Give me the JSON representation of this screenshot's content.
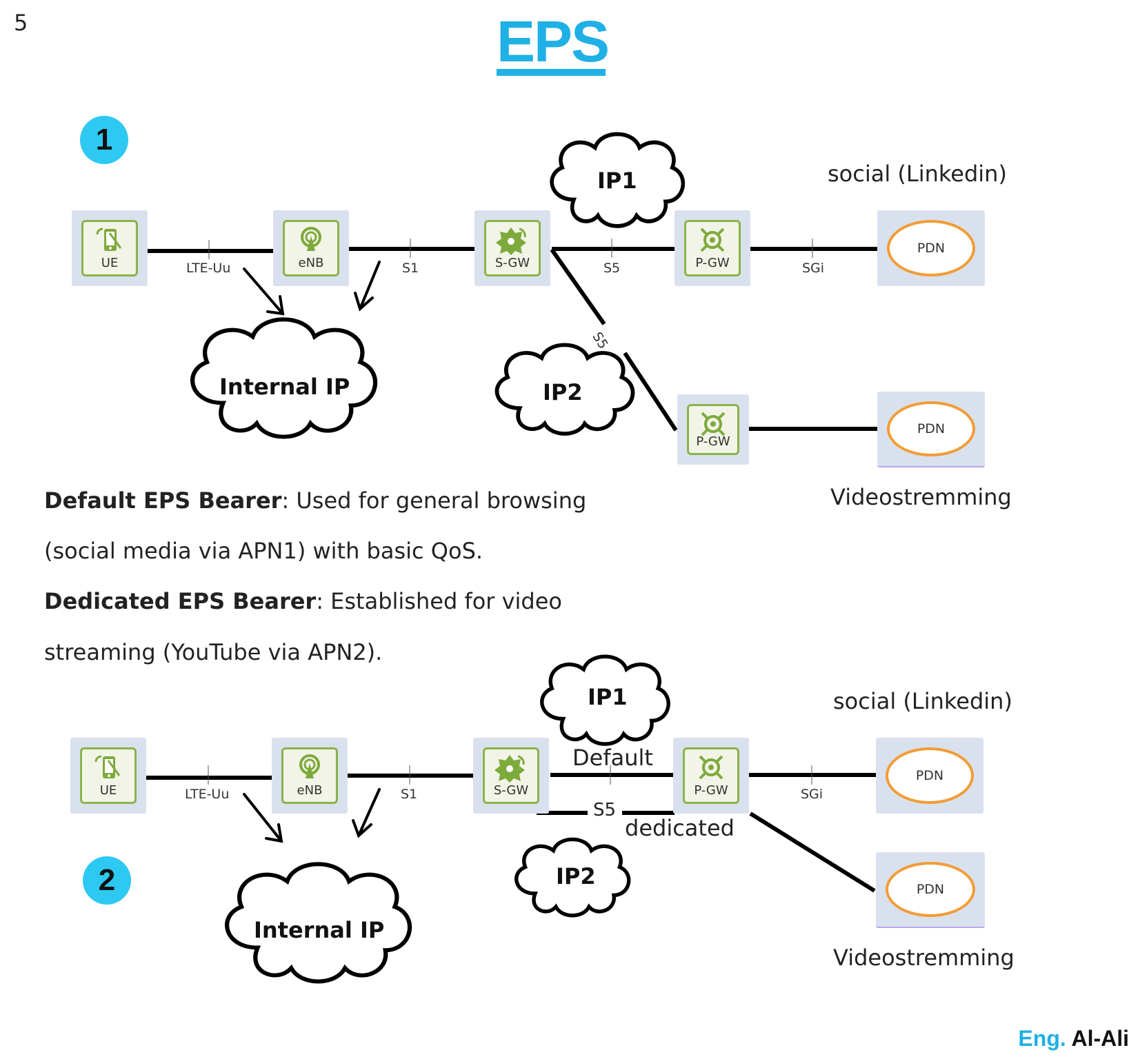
{
  "page_number": "5",
  "title": "EPS",
  "colors": {
    "accent": "#1fb0e6",
    "badge": "#2ec9f2",
    "node_bg": "#d9e1ee",
    "node_border": "#8ab34a",
    "node_icon": "#7eaa3c",
    "pdn_border": "#f39c35",
    "line": "#000000"
  },
  "diagram1": {
    "badge": "1",
    "nodes": {
      "ue": "UE",
      "enb": "eNB",
      "sgw": "S-GW",
      "pgw1": "P-GW",
      "pgw2": "P-GW",
      "pdn1": "PDN",
      "pdn2": "PDN"
    },
    "interfaces": {
      "lte_uu": "LTE-Uu",
      "s1": "S1",
      "s5_top": "S5",
      "s5_diag": "S5",
      "sgi": "SGi"
    },
    "clouds": {
      "ip1": "IP1",
      "ip2": "IP2",
      "internal": "Internal IP"
    },
    "labels": {
      "social": "social (Linkedin)",
      "video": "Videostremming"
    }
  },
  "description": {
    "line1_bold": "Default EPS Bearer",
    "line1_rest": ": Used for general browsing",
    "line2": "(social media via APN1) with basic QoS.",
    "line3_bold": "Dedicated EPS Bearer",
    "line3_rest": ": Established for video",
    "line4": "streaming (YouTube via APN2)."
  },
  "diagram2": {
    "badge": "2",
    "nodes": {
      "ue": "UE",
      "enb": "eNB",
      "sgw": "S-GW",
      "pgw": "P-GW",
      "pdn1": "PDN",
      "pdn2": "PDN"
    },
    "interfaces": {
      "lte_uu": "LTE-Uu",
      "s1": "S1",
      "s5": "S5",
      "sgi": "SGi"
    },
    "bearers": {
      "default": "Default",
      "dedicated": "dedicated"
    },
    "clouds": {
      "ip1": "IP1",
      "ip2": "IP2",
      "internal": "Internal IP"
    },
    "labels": {
      "social": "social (Linkedin)",
      "video": "Videostremming"
    }
  },
  "footer": {
    "prefix": "Eng.",
    "name": "Al-Ali"
  }
}
